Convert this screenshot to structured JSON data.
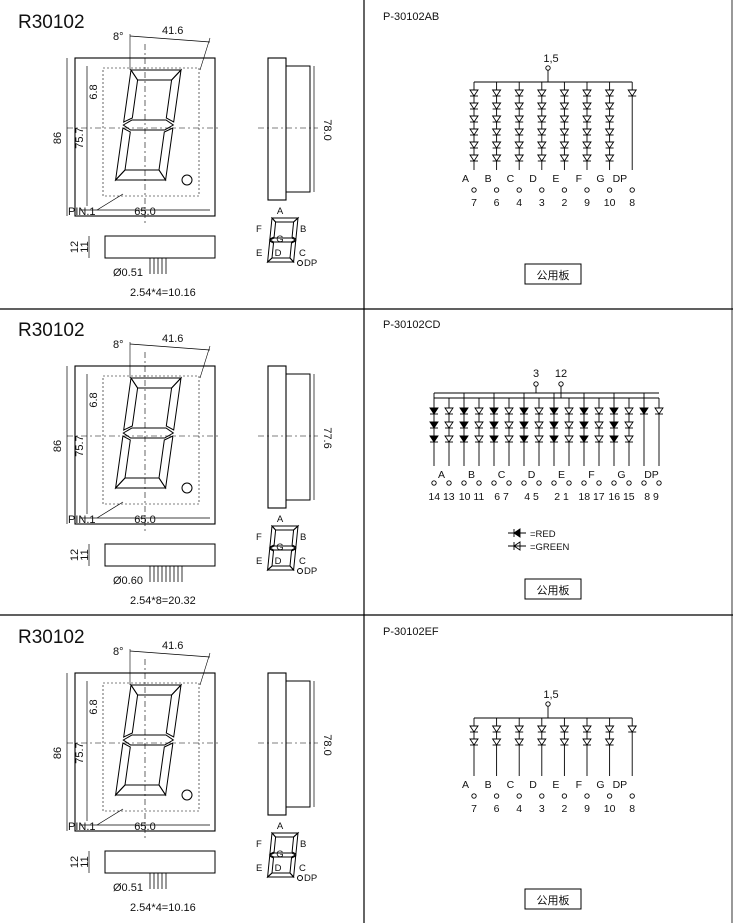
{
  "panels": [
    {
      "model": "R30102",
      "dims": {
        "tilt": "8°",
        "width_top": "41.6",
        "seg_height": "6.8",
        "total_height": "86",
        "digit_height": "75.7",
        "base_width": "65.0",
        "side_height": "78.0",
        "pin_len": "12",
        "pin_len2": "11",
        "pin_dia": "Ø0.51",
        "pin_pitch": "2.54*4=10.16",
        "pin1": "PIN.1"
      },
      "seg_labels": {
        "a": "A",
        "b": "B",
        "c": "C",
        "d": "D",
        "e": "E",
        "f": "F",
        "g": "G",
        "dp": "DP"
      },
      "circuit": {
        "part": "P-30102AB",
        "common": "1,5",
        "segments": [
          {
            "seg": "A",
            "pin": "7"
          },
          {
            "seg": "B",
            "pin": "6"
          },
          {
            "seg": "C",
            "pin": "4"
          },
          {
            "seg": "D",
            "pin": "3"
          },
          {
            "seg": "E",
            "pin": "2"
          },
          {
            "seg": "F",
            "pin": "9"
          },
          {
            "seg": "G",
            "pin": "10"
          },
          {
            "seg": "DP",
            "pin": "8"
          }
        ],
        "badge": "公用板"
      }
    },
    {
      "model": "R30102",
      "dims": {
        "tilt": "8°",
        "width_top": "41.6",
        "seg_height": "6.8",
        "total_height": "86",
        "digit_height": "75.7",
        "base_width": "65.0",
        "side_height": "77.6",
        "pin_len": "12",
        "pin_len2": "11",
        "pin_dia": "Ø0.60",
        "pin_pitch": "2.54*8=20.32",
        "pin1": "PIN.1"
      },
      "seg_labels": {
        "a": "A",
        "b": "B",
        "c": "C",
        "d": "D",
        "e": "E",
        "f": "F",
        "g": "G",
        "dp": "DP"
      },
      "circuit": {
        "part": "P-30102CD",
        "common_a": "3",
        "common_b": "12",
        "segments": [
          {
            "seg": "A",
            "pins": "14 13"
          },
          {
            "seg": "B",
            "pins": "10 11"
          },
          {
            "seg": "C",
            "pins": "6 7"
          },
          {
            "seg": "D",
            "pins": "4 5"
          },
          {
            "seg": "E",
            "pins": "2 1"
          },
          {
            "seg": "F",
            "pins": "18 17"
          },
          {
            "seg": "G",
            "pins": "16 15"
          },
          {
            "seg": "DP",
            "pins": "8 9"
          }
        ],
        "legend_red": "=RED",
        "legend_green": "=GREEN",
        "badge": "公用板"
      }
    },
    {
      "model": "R30102",
      "dims": {
        "tilt": "8°",
        "width_top": "41.6",
        "seg_height": "6.8",
        "total_height": "86",
        "digit_height": "75.7",
        "base_width": "65.0",
        "side_height": "78.0",
        "pin_len": "12",
        "pin_len2": "11",
        "pin_dia": "Ø0.51",
        "pin_pitch": "2.54*4=10.16",
        "pin1": "PIN.1"
      },
      "seg_labels": {
        "a": "A",
        "b": "B",
        "c": "C",
        "d": "D",
        "e": "E",
        "f": "F",
        "g": "G",
        "dp": "DP"
      },
      "circuit": {
        "part": "P-30102EF",
        "common": "1,5",
        "segments": [
          {
            "seg": "A",
            "pin": "7"
          },
          {
            "seg": "B",
            "pin": "6"
          },
          {
            "seg": "C",
            "pin": "4"
          },
          {
            "seg": "D",
            "pin": "3"
          },
          {
            "seg": "E",
            "pin": "2"
          },
          {
            "seg": "F",
            "pin": "9"
          },
          {
            "seg": "G",
            "pin": "10"
          },
          {
            "seg": "DP",
            "pin": "8"
          }
        ],
        "badge": "公用板"
      }
    }
  ]
}
